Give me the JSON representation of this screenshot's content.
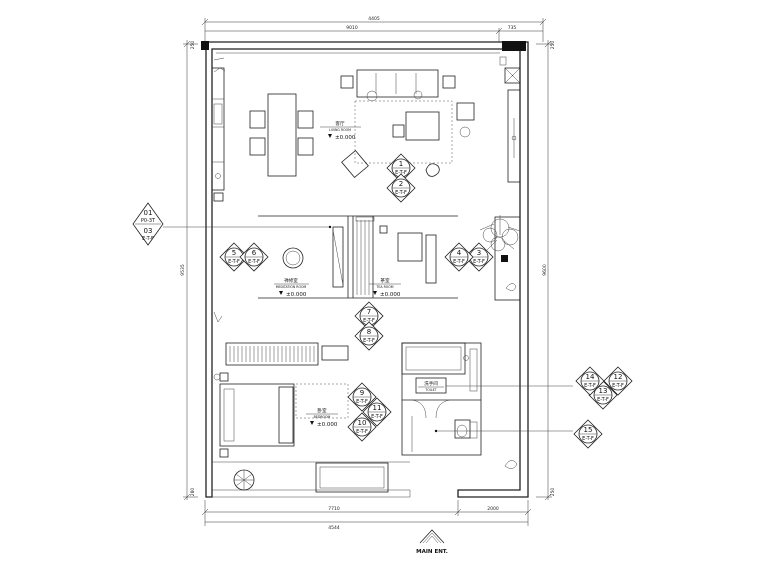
{
  "dimensions": {
    "top_total": "4405",
    "top_left": "9010",
    "top_right": "735",
    "left_total": "9535",
    "left_upper": "250",
    "left_lower": "280",
    "right_total": "9600",
    "right_upper": "250",
    "right_lower": "250",
    "bottom_left": "7710",
    "bottom_total": "4544",
    "bottom_right": "2000"
  },
  "rooms": [
    {
      "id": "living",
      "name": "客厅",
      "sub": "LIVING ROOM",
      "level": "±0.000"
    },
    {
      "id": "meditation",
      "name": "禅修室",
      "sub": "MEDITATION ROOM",
      "level": "±0.000"
    },
    {
      "id": "tea",
      "name": "茶室",
      "sub": "TEA ROOM",
      "level": "±0.000"
    },
    {
      "id": "bedroom",
      "name": "卧室",
      "sub": "BEDROOM",
      "level": "±0.000"
    },
    {
      "id": "toilet",
      "name": "洗手间",
      "sub": "TOILET",
      "level": ""
    }
  ],
  "markers": [
    {
      "num": "1",
      "ref": "E-T-F"
    },
    {
      "num": "2",
      "ref": "E-T-F"
    },
    {
      "num": "3",
      "ref": "E-T-F"
    },
    {
      "num": "4",
      "ref": "E-T-F"
    },
    {
      "num": "5",
      "ref": "E-T-F"
    },
    {
      "num": "6",
      "ref": "E-T-F"
    },
    {
      "num": "7",
      "ref": "E-T-F"
    },
    {
      "num": "8",
      "ref": "E-T-F"
    },
    {
      "num": "9",
      "ref": "E-T-F"
    },
    {
      "num": "10",
      "ref": "E-T-F"
    },
    {
      "num": "11",
      "ref": "E-T-F"
    },
    {
      "num": "12",
      "ref": "E-T-F"
    },
    {
      "num": "13",
      "ref": "E-T-F"
    },
    {
      "num": "14",
      "ref": "E-T-F"
    },
    {
      "num": "15",
      "ref": "E-T-F"
    }
  ],
  "callouts": [
    {
      "num": "01",
      "ref": "P0-3T"
    },
    {
      "num": "03",
      "ref": "E-T-F"
    }
  ],
  "entrance": {
    "label": "MAIN ENT."
  }
}
